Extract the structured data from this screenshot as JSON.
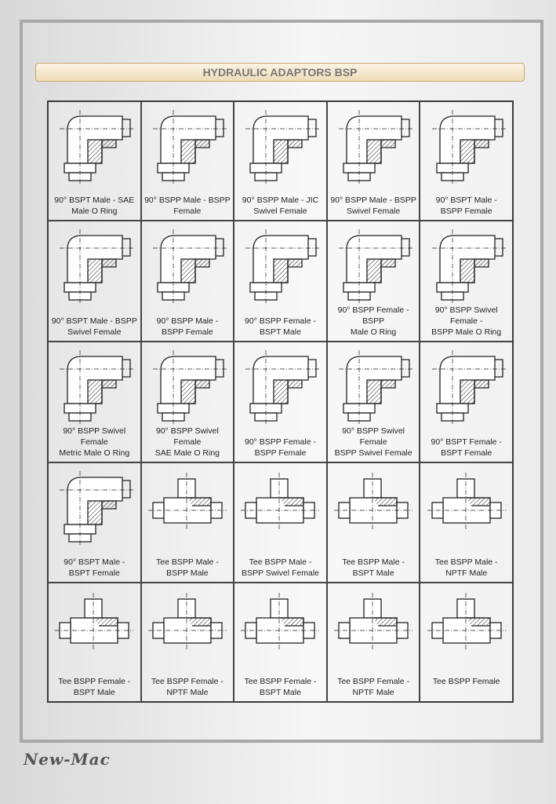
{
  "title": "HYDRAULIC ADAPTORS BSP",
  "logo": "New-Mac",
  "items": [
    {
      "label": "90° BSPT Male - SAE\nMale O Ring",
      "type": "elbow"
    },
    {
      "label": "90° BSPP Male - BSPP\nFemale",
      "type": "elbow"
    },
    {
      "label": "90° BSPP Male - JIC\nSwivel Female",
      "type": "elbow"
    },
    {
      "label": "90° BSPP Male - BSPP\nSwivel Female",
      "type": "elbow"
    },
    {
      "label": "90° BSPT Male -\nBSPP Female",
      "type": "elbow"
    },
    {
      "label": "90° BSPT Male - BSPP\nSwivel Female",
      "type": "elbow"
    },
    {
      "label": "90° BSPP Male -\nBSPP Female",
      "type": "elbow"
    },
    {
      "label": "90° BSPP Female -\nBSPT Male",
      "type": "elbow"
    },
    {
      "label": "90° BSPP Female - BSPP\nMale O Ring",
      "type": "elbow"
    },
    {
      "label": "90° BSPP Swivel Female -\nBSPP Male O Ring",
      "type": "elbow"
    },
    {
      "label": "90° BSPP Swivel Female\nMetric Male O Ring",
      "type": "elbow"
    },
    {
      "label": "90° BSPP Swivel Female\nSAE Male O Ring",
      "type": "elbow"
    },
    {
      "label": "90° BSPP Female -\nBSPP Female",
      "type": "elbow"
    },
    {
      "label": "90° BSPP Swivel Female\nBSPP Swivel Female",
      "type": "elbow"
    },
    {
      "label": "90° BSPT Female -\nBSPT Female",
      "type": "elbow"
    },
    {
      "label": "90° BSPT Male -\nBSPT Female",
      "type": "elbow"
    },
    {
      "label": "Tee BSPP Male -\nBSPP Male",
      "type": "tee"
    },
    {
      "label": "Tee BSPP Male -\nBSPP Swivel Female",
      "type": "tee"
    },
    {
      "label": "Tee BSPP Male -\nBSPT Male",
      "type": "tee"
    },
    {
      "label": "Tee BSPP Male -\nNPTF Male",
      "type": "tee"
    },
    {
      "label": "Tee BSPP Female -\nBSPT Male",
      "type": "tee"
    },
    {
      "label": "Tee BSPP Female -\nNPTF Male",
      "type": "tee"
    },
    {
      "label": "Tee BSPP Female -\nBSPT Male",
      "type": "tee"
    },
    {
      "label": "Tee BSPP Female -\nNPTF Male",
      "type": "tee"
    },
    {
      "label": "Tee BSPP Female",
      "type": "tee"
    }
  ]
}
